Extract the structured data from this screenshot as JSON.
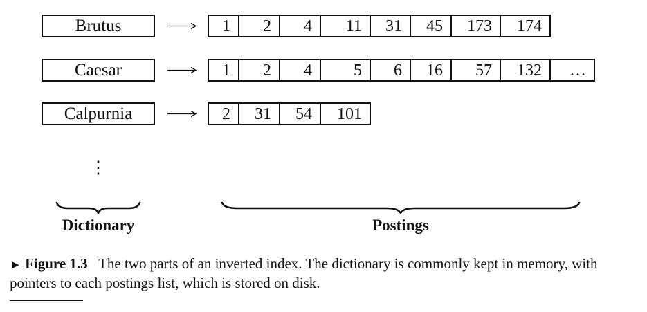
{
  "diagram": {
    "rows": [
      {
        "term": "Brutus",
        "postings": [
          "1",
          "2",
          "4",
          "11",
          "31",
          "45",
          "173",
          "174"
        ]
      },
      {
        "term": "Caesar",
        "postings": [
          "1",
          "2",
          "4",
          "5",
          "6",
          "16",
          "57",
          "132",
          "…"
        ]
      },
      {
        "term": "Calpurnia",
        "postings": [
          "2",
          "31",
          "54",
          "101"
        ]
      }
    ],
    "vertical_ellipsis": "⋮",
    "dictionary_label": "Dictionary",
    "postings_label": "Postings"
  },
  "caption": {
    "marker": "►",
    "label": "Figure 1.3",
    "text": "The two parts of an inverted index. The dictionary is commonly kept in memory, with pointers to each postings list, which is stored on disk."
  }
}
